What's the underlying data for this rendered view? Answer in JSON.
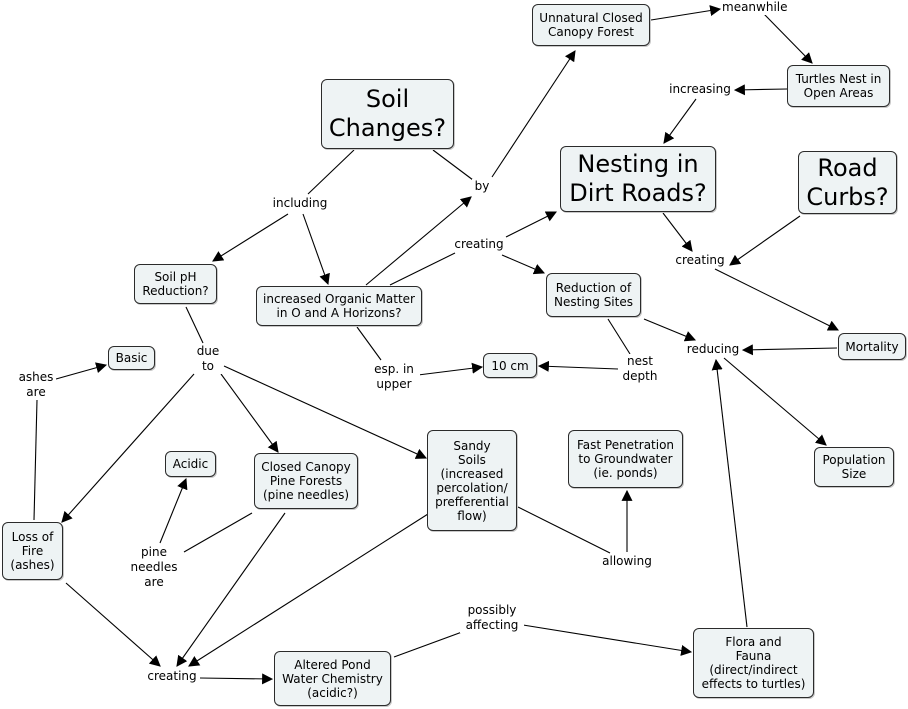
{
  "concepts": {
    "unnatural_forest": "Unnatural Closed\nCanopy Forest",
    "turtles_nest": "Turtles Nest in\nOpen Areas",
    "soil_changes": "Soil\nChanges?",
    "nesting_dirt_roads": "Nesting in\nDirt Roads?",
    "road_curbs": "Road\nCurbs?",
    "soil_ph": "Soil pH\nReduction?",
    "organic_matter": "increased Organic Matter\nin O and A Horizons?",
    "reduction_nesting": "Reduction of\nNesting Sites",
    "basic": "Basic",
    "ten_cm": "10 cm",
    "mortality": "Mortality",
    "acidic": "Acidic",
    "closed_canopy_pine": "Closed Canopy\nPine Forests\n(pine needles)",
    "sandy_soils": "Sandy\nSoils\n(increased\npercolation/\nprefferential\nflow)",
    "fast_penetration": "Fast Penetration\nto Groundwater\n(ie. ponds)",
    "population_size": "Population\nSize",
    "loss_of_fire": "Loss of\nFire\n(ashes)",
    "altered_pond": "Altered Pond\nWater Chemistry\n(acidic?)",
    "flora_fauna": "Flora and\nFauna\n(direct/indirect\neffects to turtles)"
  },
  "links": {
    "meanwhile": "meanwhile",
    "increasing": "increasing",
    "by": "by",
    "including": "including",
    "creating_top": "creating",
    "creating_right": "creating",
    "due_to": "due\nto",
    "ashes_are": "ashes\nare",
    "esp_in_upper": "esp. in\nupper",
    "nest_depth": "nest\ndepth",
    "reducing": "reducing",
    "pine_needles_are": "pine\nneedles\nare",
    "allowing": "allowing",
    "possibly_affecting": "possibly\naffecting",
    "creating_bottom": "creating"
  },
  "colors": {
    "node_fill": "#eef3f4",
    "line": "#000000"
  }
}
